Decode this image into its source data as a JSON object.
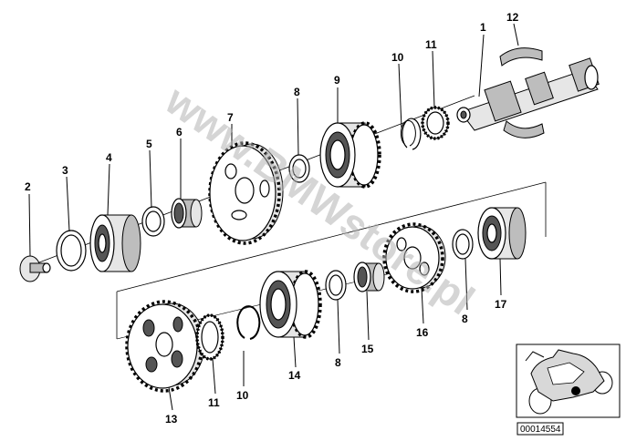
{
  "callouts": {
    "c1": "1",
    "c2": "2",
    "c3": "3",
    "c4": "4",
    "c5": "5",
    "c6": "6",
    "c7": "7",
    "c8a": "8",
    "c9": "9",
    "c10a": "10",
    "c11a": "11",
    "c12": "12",
    "c13": "13",
    "c11b": "11",
    "c10b": "10",
    "c14": "14",
    "c8b": "8",
    "c15": "15",
    "c16": "16",
    "c8c": "8",
    "c17": "17"
  },
  "watermark": "www.BMWstore.pl",
  "reference_number": "00014554",
  "colors": {
    "line": "#000000",
    "shade": "#555555",
    "watermark": "#b4b4b4"
  }
}
